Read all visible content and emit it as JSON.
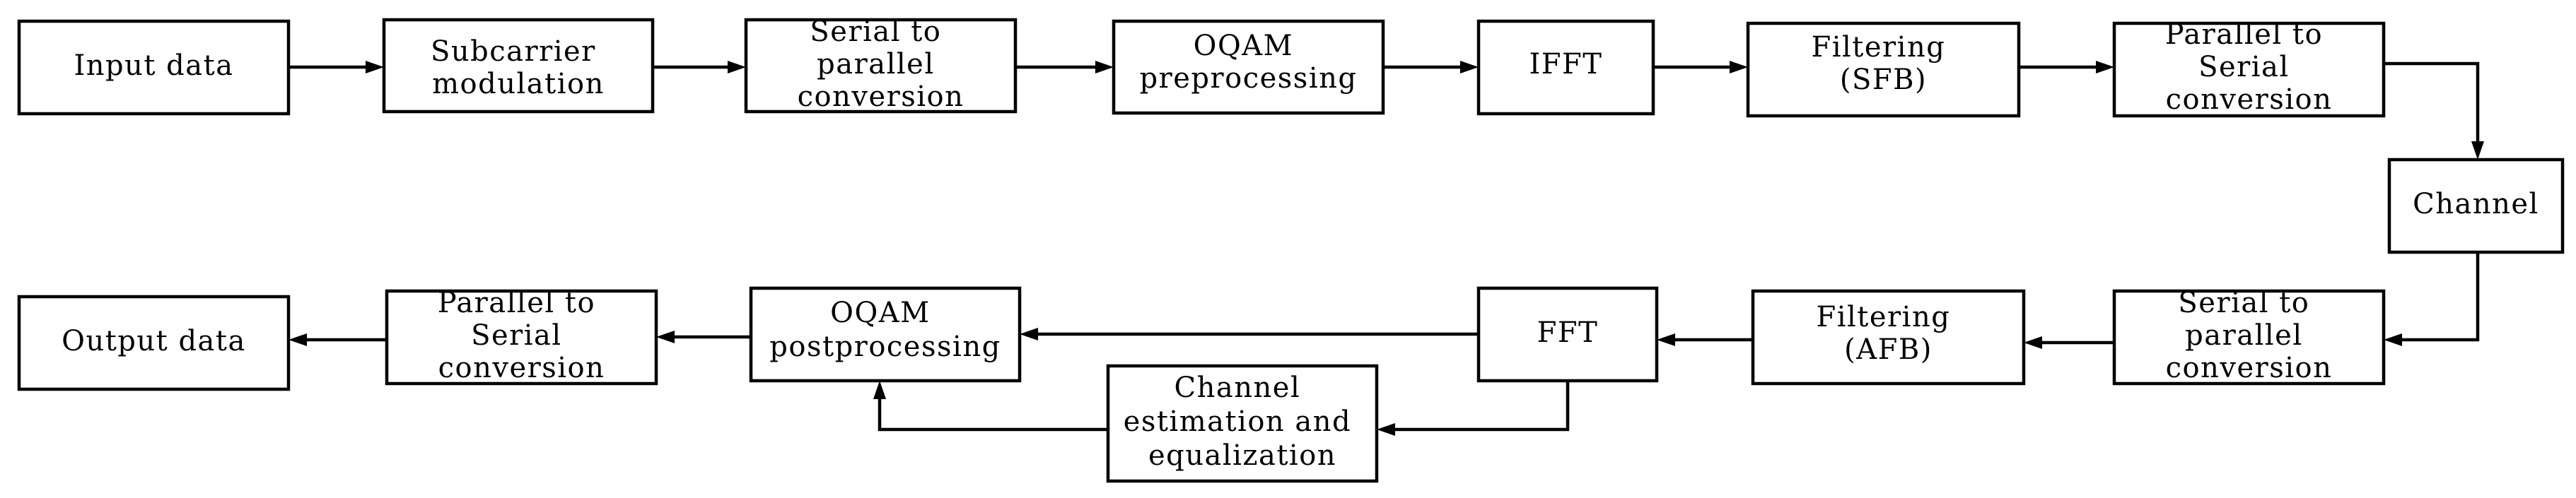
{
  "blocks": {
    "input_data": [
      "Input data"
    ],
    "subcarrier_modulation": [
      "Subcarrier",
      "modulation"
    ],
    "serial_to_parallel_tx": [
      "Serial to",
      "parallel",
      "conversion"
    ],
    "oqam_preprocessing": [
      "OQAM",
      "preprocessing"
    ],
    "ifft": [
      "IFFT"
    ],
    "filtering_sfb": [
      "Filtering",
      "(SFB)"
    ],
    "parallel_to_serial_tx": [
      "Parallel to",
      "Serial",
      "conversion"
    ],
    "channel": [
      "Channel"
    ],
    "serial_to_parallel_rx": [
      "Serial to",
      "parallel",
      "conversion"
    ],
    "filtering_afb": [
      "Filtering",
      "(AFB)"
    ],
    "fft": [
      "FFT"
    ],
    "channel_estimation": [
      "Channel",
      "estimation and",
      "equalization"
    ],
    "oqam_postprocessing": [
      "OQAM",
      "postprocessing"
    ],
    "parallel_to_serial_rx": [
      "Parallel to",
      "Serial",
      "conversion"
    ],
    "output_data": [
      "Output data"
    ]
  }
}
